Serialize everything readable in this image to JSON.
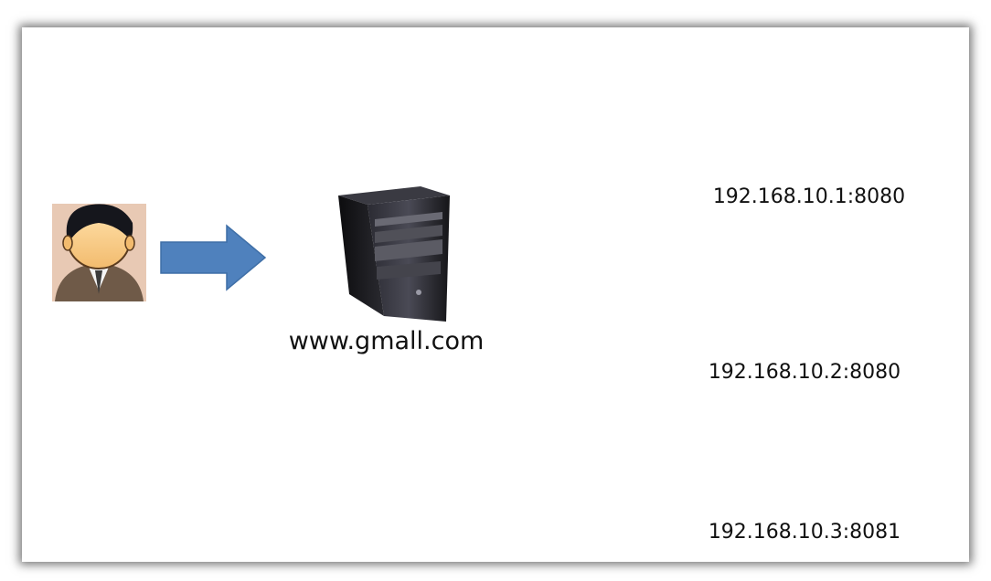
{
  "colors": {
    "arrow": "#4f81bd",
    "arrow_stroke": "#3f6fa7",
    "tower_dark": "#1b1b1f",
    "server_light": "#c7cbe0",
    "globe_blue": "#2f6fd6"
  },
  "user": {
    "icon": "user-avatar-icon"
  },
  "proxy": {
    "icon": "server-tower-icon",
    "label": "www.gmall.com"
  },
  "servers": [
    {
      "icon": "web-server-globe-icon",
      "label": "192.168.10.1:8080"
    },
    {
      "icon": "web-server-globe-icon",
      "label": "192.168.10.2:8080"
    },
    {
      "icon": "web-server-globe-icon",
      "label": "192.168.10.3:8081"
    }
  ]
}
